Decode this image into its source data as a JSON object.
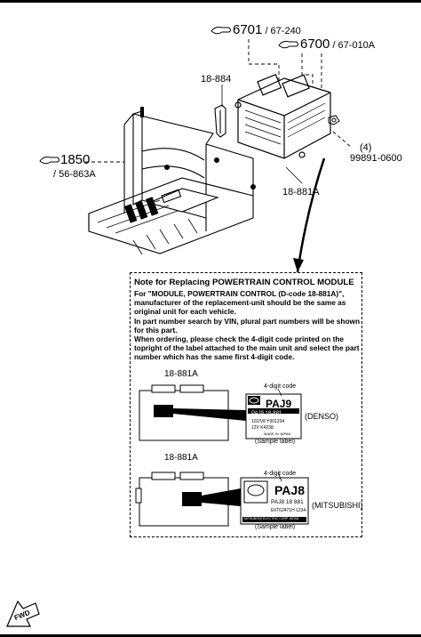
{
  "refs": {
    "r6701": {
      "num": "6701",
      "sub": "/ 67-240"
    },
    "r6700": {
      "num": "6700",
      "sub": "/ 67-010A"
    },
    "r1850": {
      "num": "1850",
      "sub": "/ 56-863A"
    }
  },
  "parts": {
    "p18884": "18-884",
    "p18881a": "18-881A",
    "p99891": "99891-0600",
    "qty": "(4)"
  },
  "note": {
    "title": "Note for Replacing POWERTRAIN CONTROL MODULE",
    "p1": "For \"MODULE, POWERTRAIN CONTROL (D-code 18-881A)\", manufacturer of the replacement-unit should be the same as original unit for each vehicle.",
    "p2": "In part number search by VIN, plural part numbers will be shown for this part.",
    "p3": "When ordering, please check the 4-digit code printed on the topright of the label attached to the main unit and select the part number which has the same first 4-digit code."
  },
  "denso": {
    "part": "18-881A",
    "code_label": "4-digit code",
    "code": "PAJ9",
    "line1": "PAJ9    18-881",
    "line2": "102/V8 Y001234",
    "line3": "12V         K4238",
    "line4": "MADE IN JAPAN",
    "maker": "(DENSO)",
    "sample": "(Sample label)"
  },
  "mitsubishi": {
    "part": "18-881A",
    "code_label": "4-digit code",
    "code": "PAJ8",
    "line1": "PAJ8   18 881",
    "line2": "E6T62471H        1234",
    "line3": "MITSUBISHI ELECTRIC CORP  JAPAN",
    "maker": "(MITSUBISHI)",
    "sample": "(Sample label)"
  },
  "fwd": "FWD"
}
